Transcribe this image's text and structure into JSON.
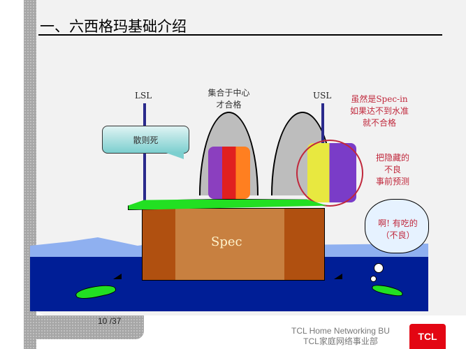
{
  "slide": {
    "title": "一、六西格玛基础介绍",
    "page_current": "10",
    "page_total": "/37"
  },
  "illustration": {
    "lsl_label": "LSL",
    "usl_label": "USL",
    "center_note": [
      "集合于中心",
      "才合格"
    ],
    "callout_text": "散则死",
    "spec_in_note": [
      "虽然是Spec-in",
      "如果达不到水准",
      "就不合格"
    ],
    "predict_note": [
      "把隐藏的",
      "不良",
      "事前预测"
    ],
    "island_label": "Spec",
    "thought_bubble": [
      "啊! 有吃的",
      "（不良）"
    ]
  },
  "footer": {
    "org_en": "TCL Home Networking BU",
    "org_cn": "TCL家庭网络事业部",
    "logo_text": "TCL"
  },
  "colors": {
    "note_red": "#c0283c",
    "sea_blue": "#001e96",
    "logo_red": "#e30613"
  }
}
